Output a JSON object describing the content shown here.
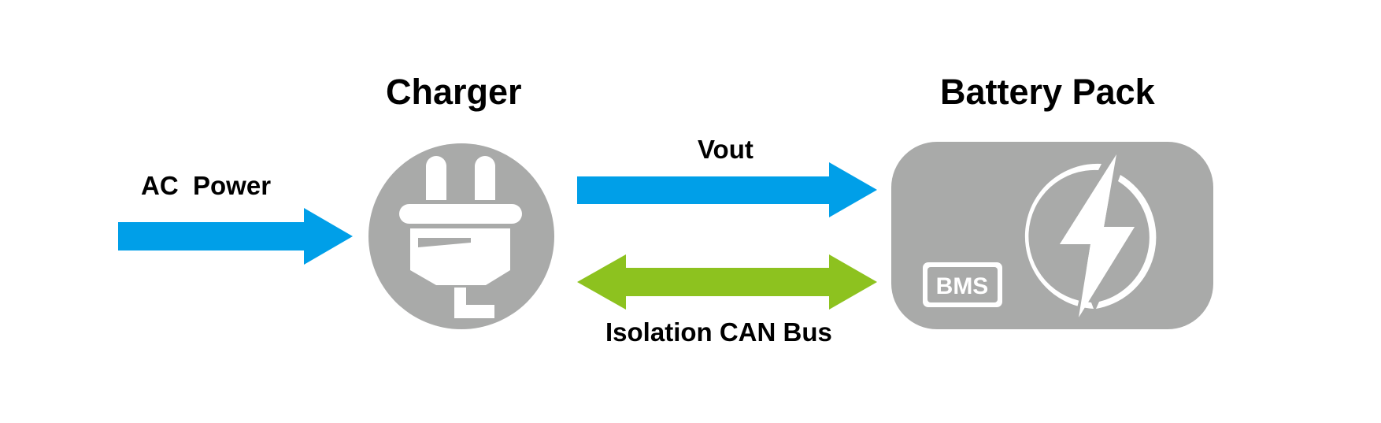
{
  "titles": {
    "charger": "Charger",
    "battery_pack": "Battery Pack"
  },
  "labels": {
    "ac_power": "AC  Power",
    "vout": "Vout",
    "can_bus": "Isolation CAN Bus",
    "bms": "BMS"
  },
  "colors": {
    "power_arrow": "#009FE8",
    "can_arrow": "#8DC21F",
    "icon_gray": "#A9AAA9",
    "icon_white": "#FFFFFF",
    "text": "#000000"
  },
  "icons": {
    "charger": "plug-icon",
    "battery": "charging-bolt-icon"
  }
}
